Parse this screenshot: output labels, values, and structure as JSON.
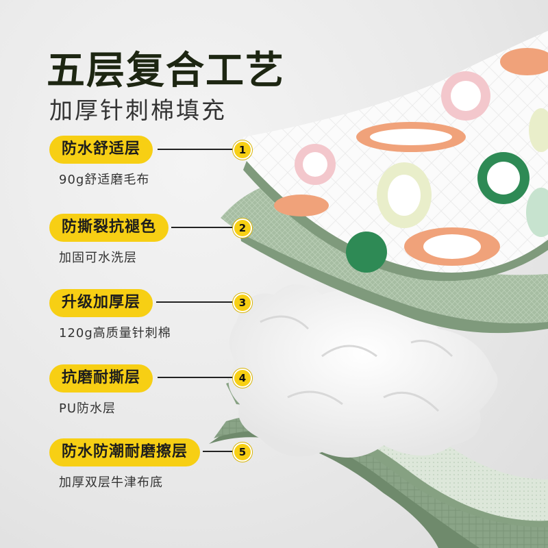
{
  "title": "五层复合工艺",
  "subtitle": "加厚针刺棉填充",
  "layers": [
    {
      "number": "1",
      "name": "防水舒适层",
      "detail": "90g舒适磨毛布"
    },
    {
      "number": "2",
      "name": "防撕裂抗褪色",
      "detail": "加固可水洗层"
    },
    {
      "number": "3",
      "name": "升级加厚层",
      "detail": "120g高质量针刺棉"
    },
    {
      "number": "4",
      "name": "抗磨耐撕层",
      "detail": "PU防水层"
    },
    {
      "number": "5",
      "name": "防水防潮耐磨擦层",
      "detail": "加厚双层牛津布底"
    }
  ],
  "colors": {
    "accent_yellow": "#f7cf14",
    "title_dark": "#1d2612",
    "sage_green": "#9cb497",
    "dark_sage": "#7f9a7c",
    "papaya_orange": "#f0a27a",
    "green_fruit": "#2e8a55",
    "pink_fruit": "#f3c7cc",
    "pale_fruit": "#e9eeca"
  }
}
